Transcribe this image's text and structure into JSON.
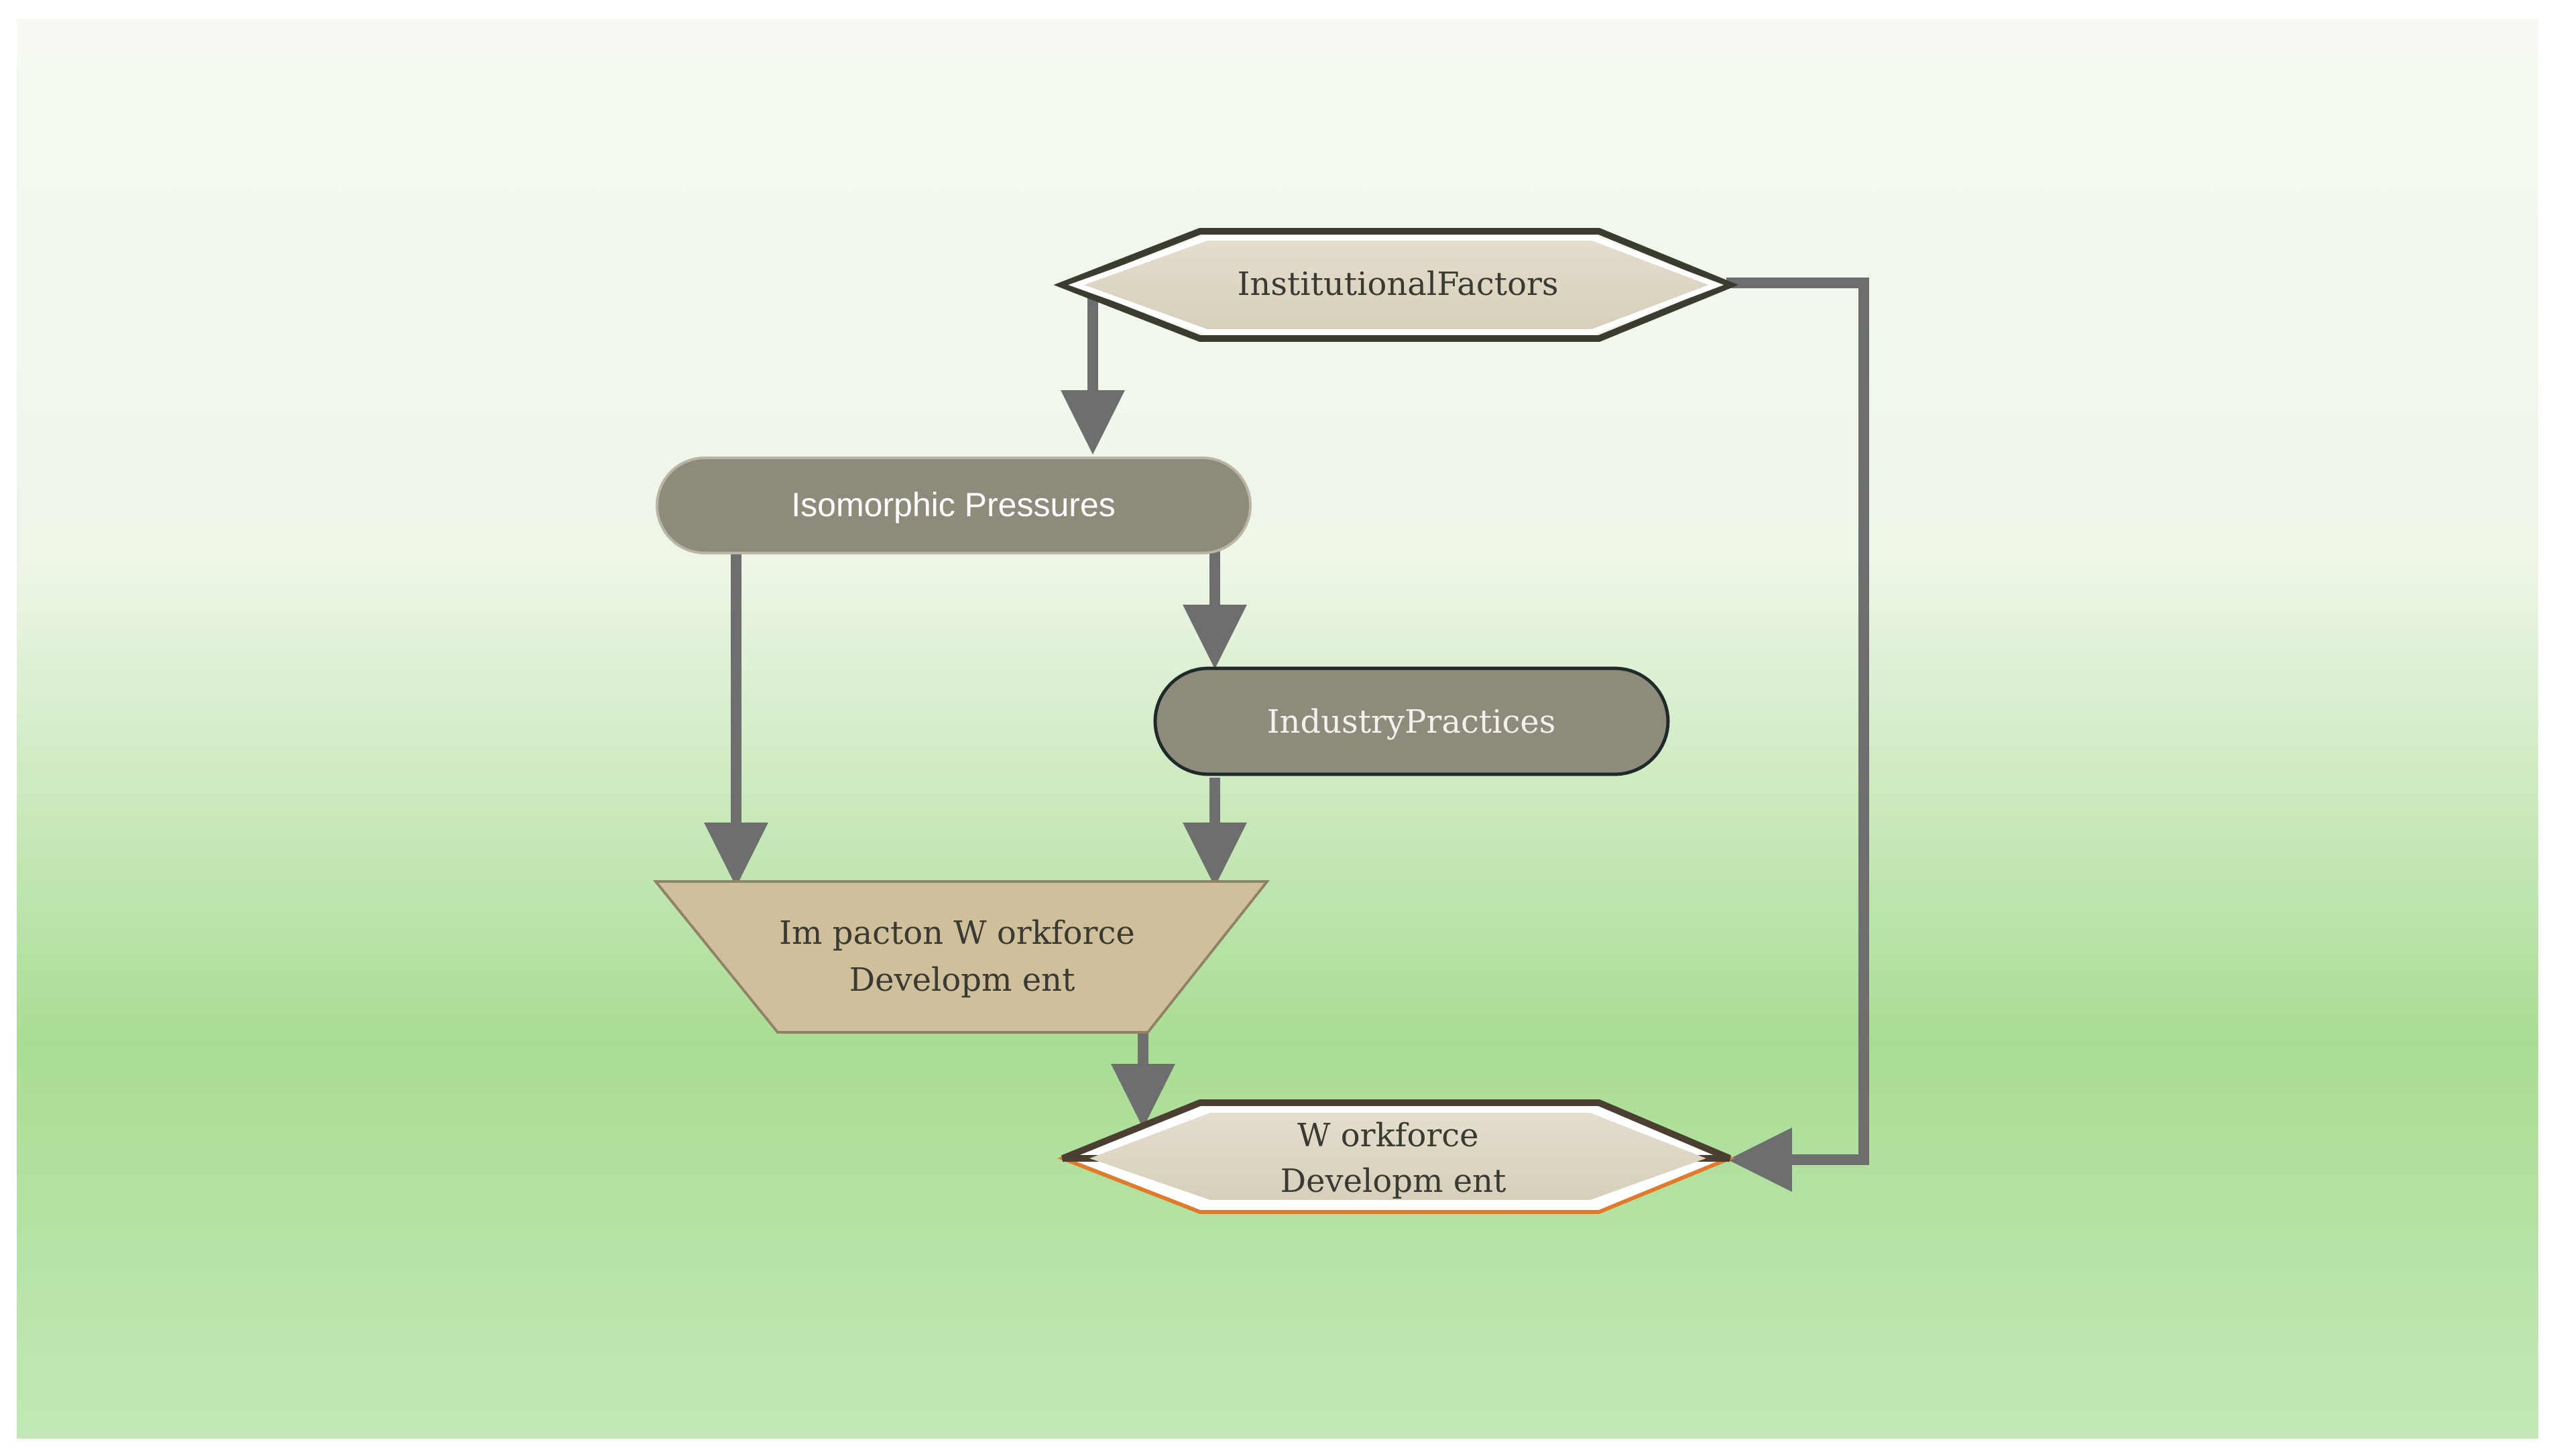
{
  "diagram": {
    "nodes": {
      "institutional_factors": {
        "label": "InstitutionalFactors",
        "shape": "hexagon"
      },
      "isomorphic_pressures": {
        "label": "Isomorphic Pressures",
        "shape": "ellipse"
      },
      "industry_practices": {
        "label": "IndustryPractices",
        "shape": "rounded-pill"
      },
      "impact_on_workforce": {
        "lines": [
          "Im pacton W orkforce",
          "Developm ent"
        ],
        "shape": "trapezoid"
      },
      "workforce_development": {
        "lines": [
          "W orkforce",
          "Developm ent"
        ],
        "shape": "hexagon"
      }
    },
    "edges": [
      {
        "from": "institutional_factors",
        "to": "isomorphic_pressures"
      },
      {
        "from": "institutional_factors",
        "to": "workforce_development"
      },
      {
        "from": "isomorphic_pressures",
        "to": "impact_on_workforce"
      },
      {
        "from": "isomorphic_pressures",
        "to": "industry_practices"
      },
      {
        "from": "industry_practices",
        "to": "impact_on_workforce"
      },
      {
        "from": "impact_on_workforce",
        "to": "workforce_development"
      }
    ]
  },
  "colors": {
    "background_top": "#f5f9f1",
    "background_bottom": "#a8dd93",
    "connector": "#6e6e6e",
    "hexagon_fill": "#ddd6c2",
    "pill_fill": "#8e8a7c",
    "trapezoid_fill": "#cfbf9b",
    "accent_orange": "#e07a2c"
  }
}
